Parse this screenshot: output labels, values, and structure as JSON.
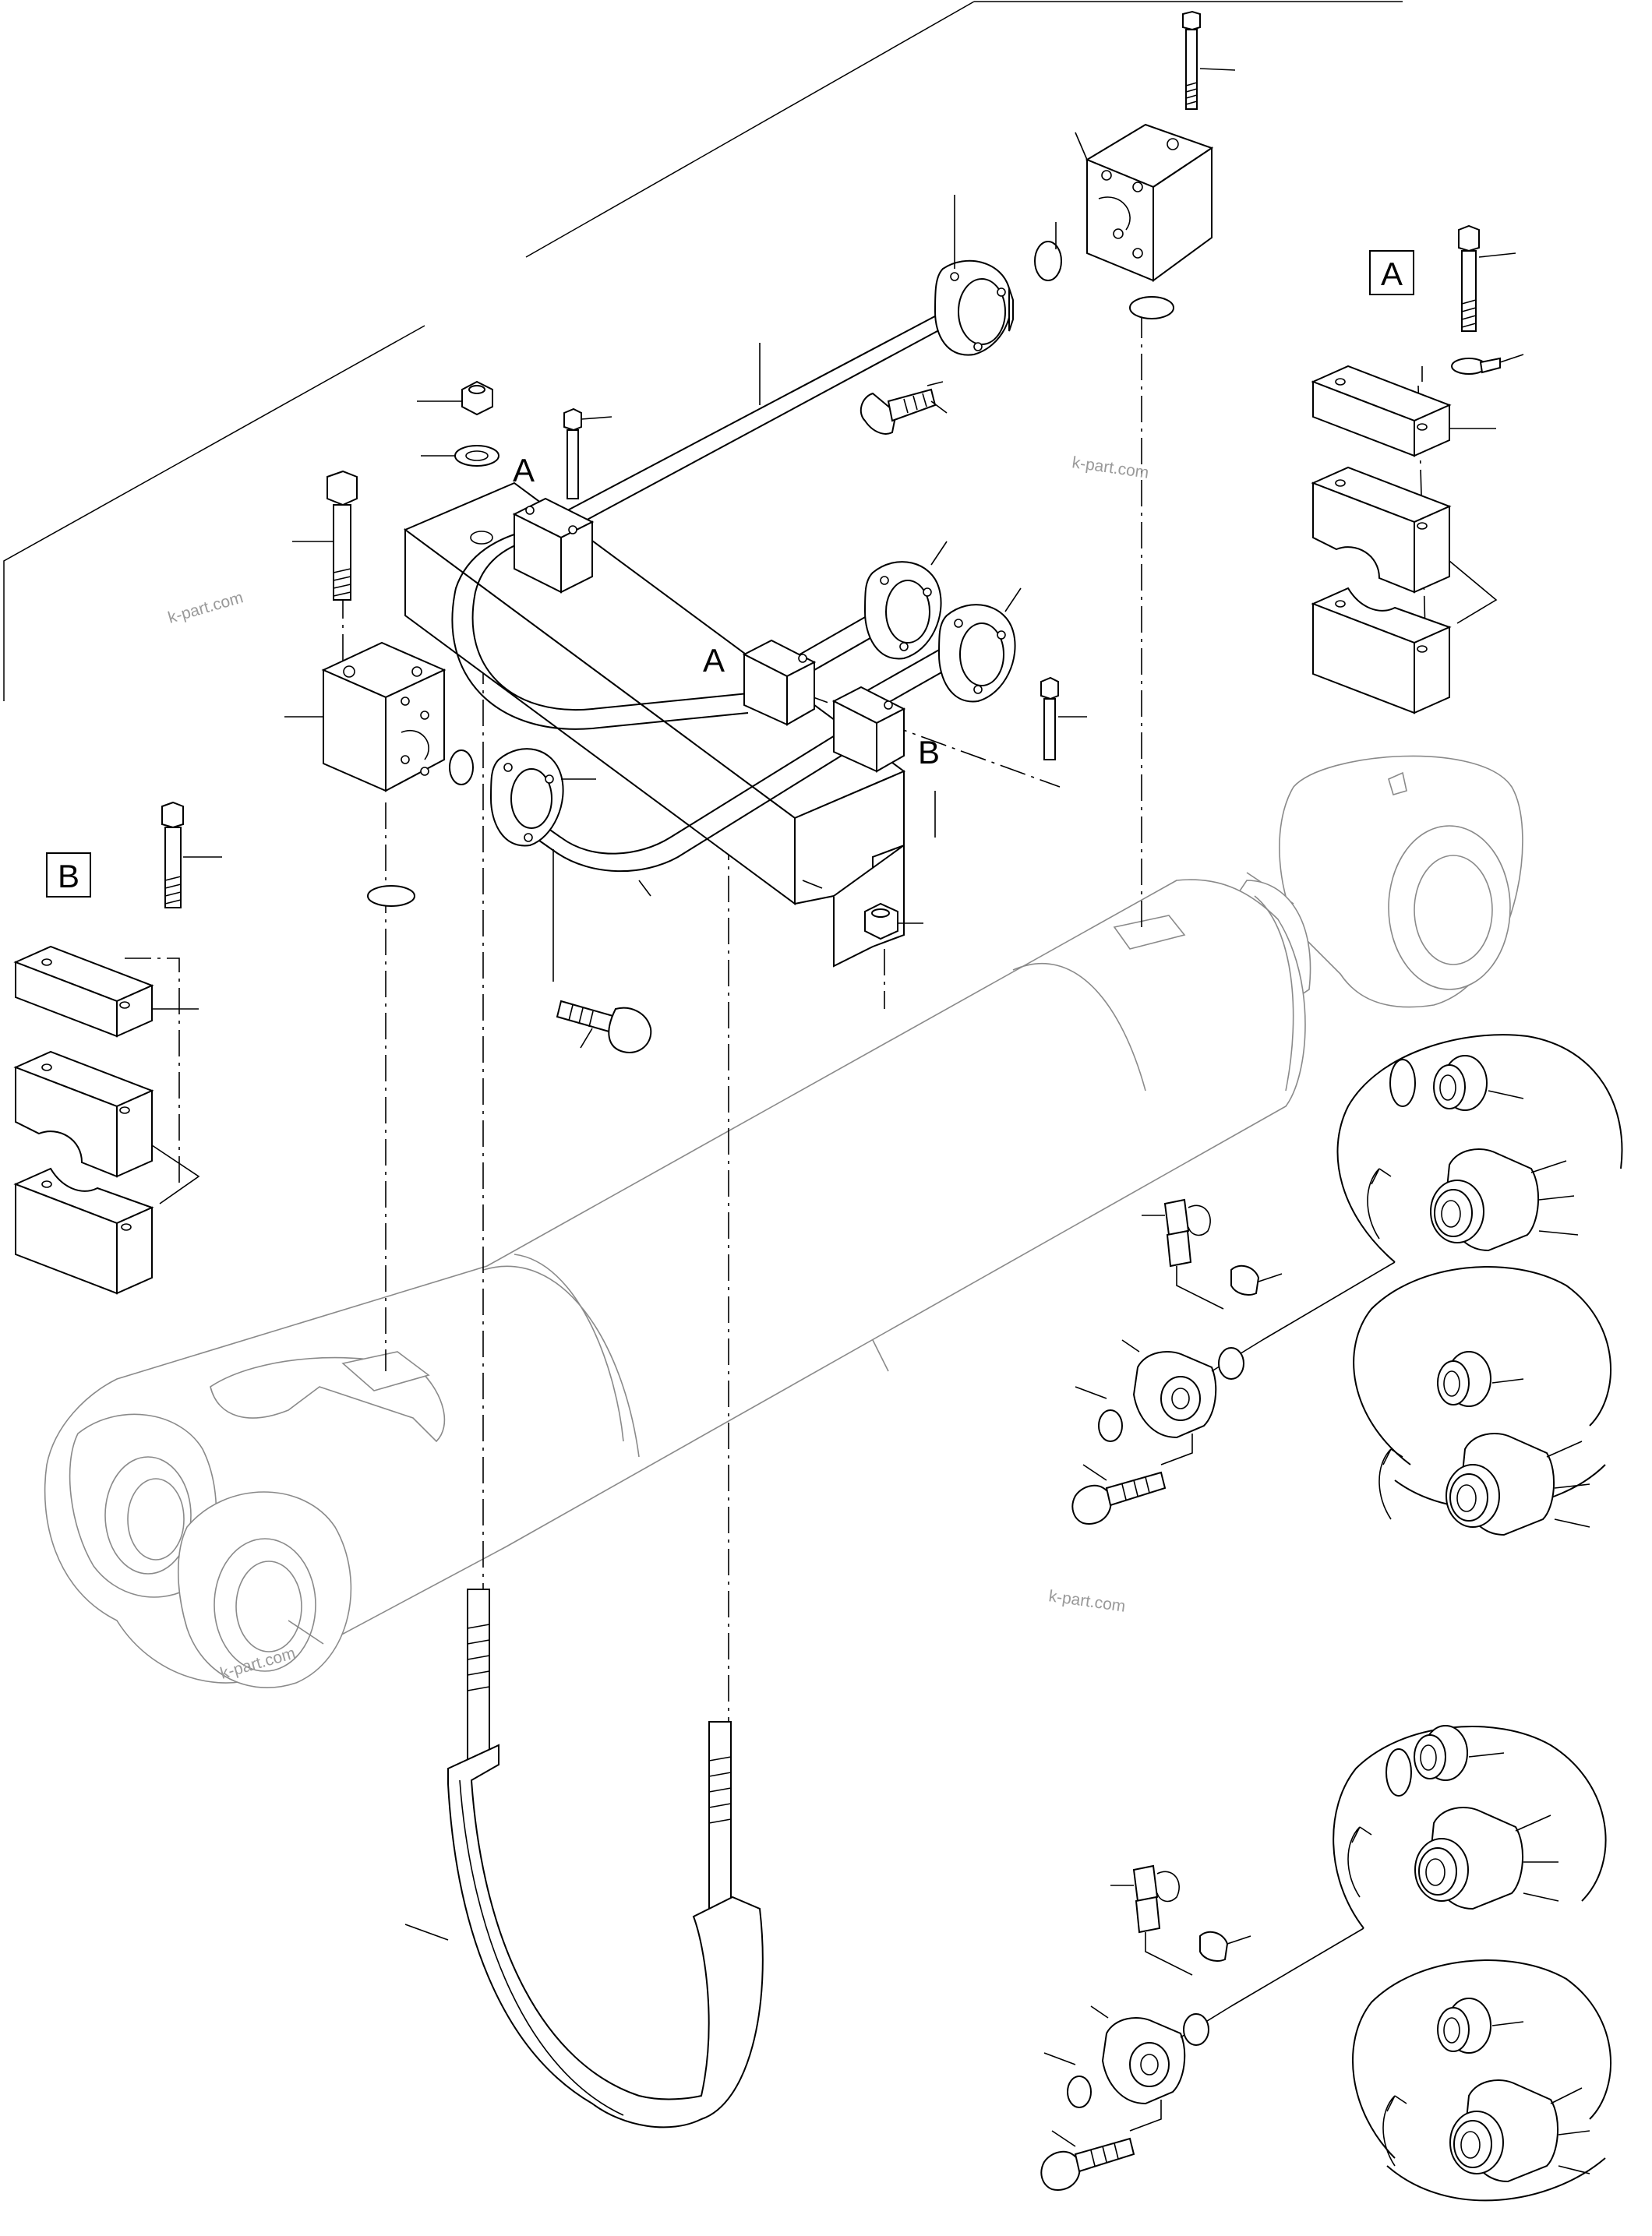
{
  "diagram": {
    "reference_labels": {
      "a_top_box": "A",
      "b_left_box": "B",
      "a_clamp_upper": "A",
      "a_clamp_middle": "A",
      "b_clamp": "B"
    },
    "watermarks": [
      "k-part.com",
      "k-part.com",
      "k-part.com",
      "k-part.com"
    ]
  }
}
